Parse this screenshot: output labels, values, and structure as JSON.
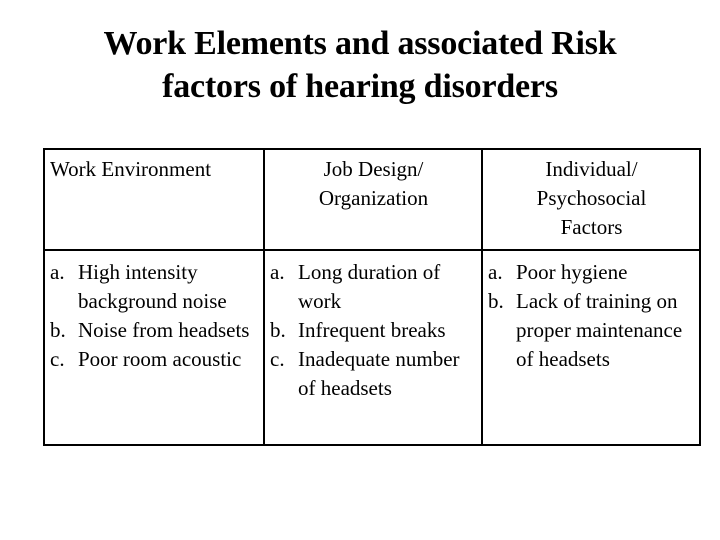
{
  "slide": {
    "title_lines": [
      "Work Elements and associated Risk",
      "factors of hearing disorders"
    ],
    "title": "Work Elements and associated Risk factors of hearing disorders",
    "text_color": "#000000",
    "background_color": "#ffffff",
    "border_color": "#000000"
  },
  "table": {
    "columns": [
      {
        "header_lines": [
          "Work Environment"
        ],
        "header_align": "left",
        "items": [
          {
            "marker": "a.",
            "text": "High intensity background noise"
          },
          {
            "marker": "b.",
            "text": "Noise from headsets"
          },
          {
            "marker": "c.",
            "text": "Poor room acoustic"
          }
        ]
      },
      {
        "header_lines": [
          "Job Design/",
          "Organization"
        ],
        "header_align": "center",
        "items": [
          {
            "marker": "a.",
            "text": "Long duration of work"
          },
          {
            "marker": "b.",
            "text": "Infrequent breaks"
          },
          {
            "marker": "c.",
            "text": "Inadequate number of headsets"
          }
        ]
      },
      {
        "header_lines": [
          "Individual/",
          "Psychosocial",
          "Factors"
        ],
        "header_align": "center",
        "items": [
          {
            "marker": "a.",
            "text": "Poor hygiene"
          },
          {
            "marker": "b.",
            "text": "Lack of training on proper maintenance of headsets"
          }
        ]
      }
    ]
  }
}
